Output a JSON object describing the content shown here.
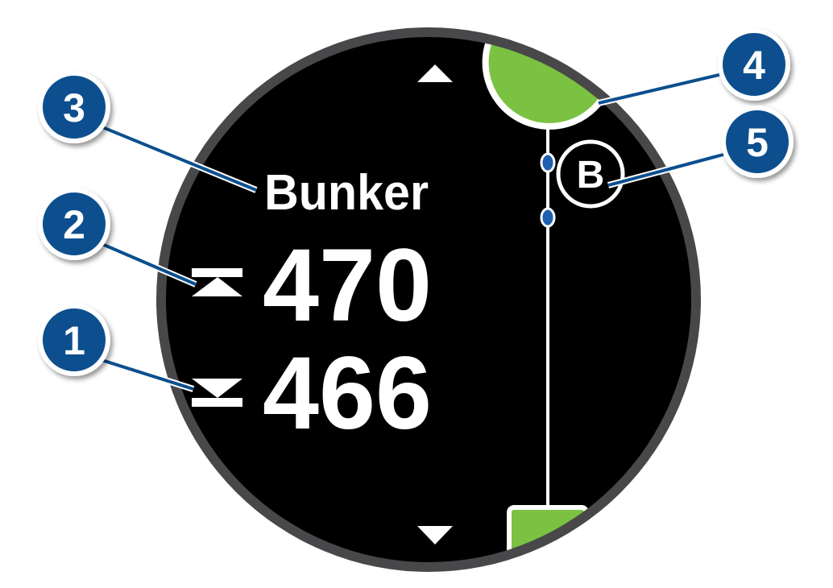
{
  "screen": {
    "hazard_name": "Bunker",
    "distance_to_front": "470",
    "distance_to_carry": "466",
    "hazard_marker": "B"
  },
  "callouts": [
    "1",
    "2",
    "3",
    "4",
    "5"
  ],
  "icons": {
    "up": "triangle-up-icon",
    "down": "triangle-down-icon",
    "front": "distance-front-icon",
    "carry": "distance-carry-icon"
  },
  "colors": {
    "callout": "#0b4f8e",
    "green": "#7cc242",
    "bezel": "#48484a",
    "face": "#000000",
    "dot": "#1f5fb0"
  }
}
